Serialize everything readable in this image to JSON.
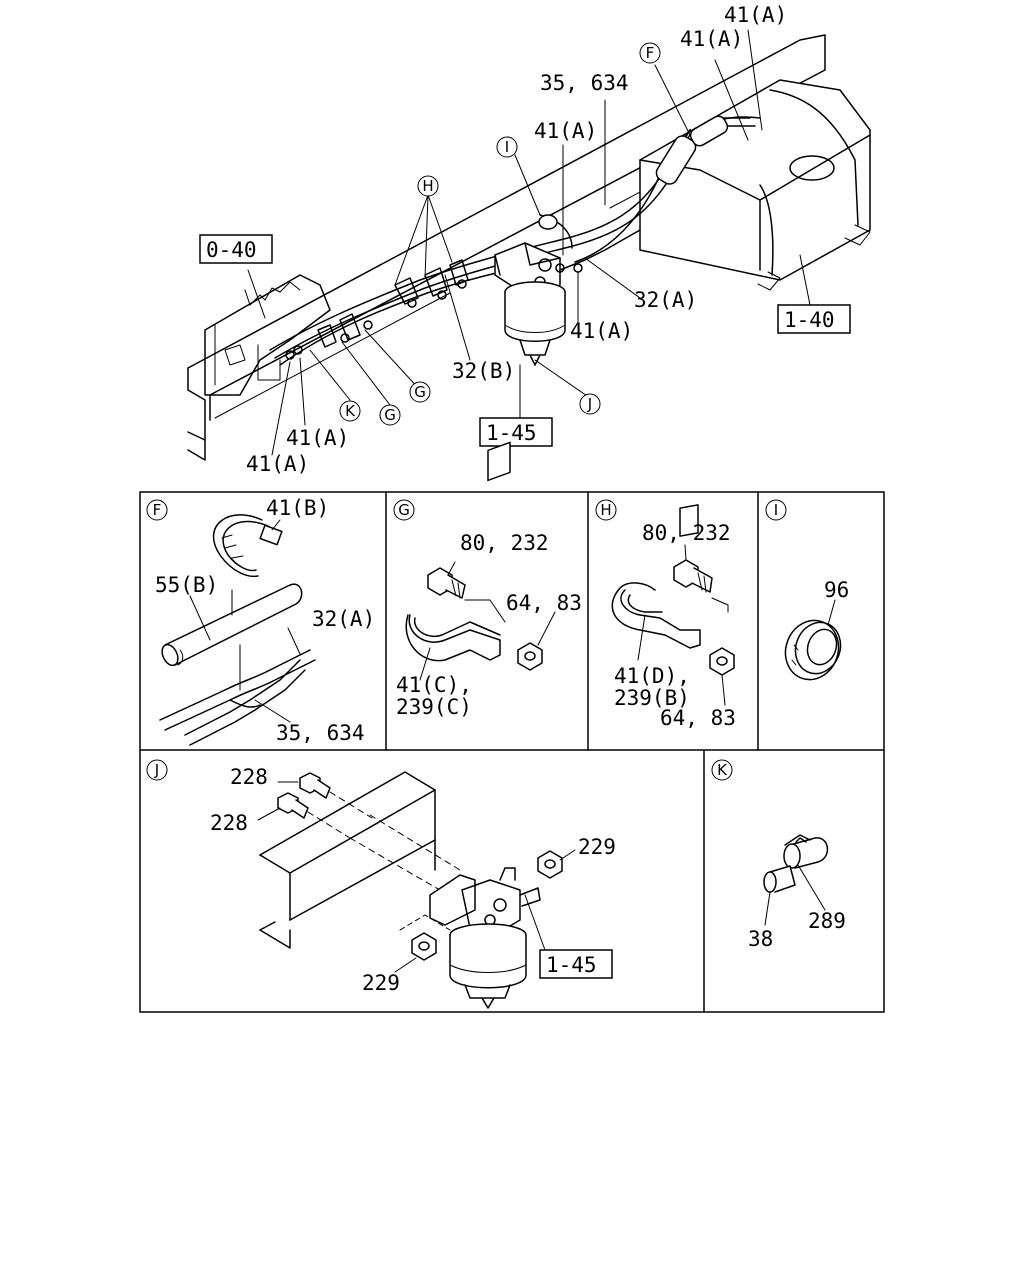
{
  "overview": {
    "ref_top_a": "41(A)",
    "ref_top_b": "41(A)",
    "circle_f": "F",
    "ref_35_634": "35, 634",
    "ref_41a_center": "41(A)",
    "circle_i": "I",
    "circle_h": "H",
    "box_0_40": "0-40",
    "ref_32a": "32(A)",
    "box_1_40": "1-40",
    "ref_41a_right": "41(A)",
    "ref_32b": "32(B)",
    "circle_g1": "G",
    "circle_g2": "G",
    "circle_k": "K",
    "circle_j": "J",
    "box_1_45": "1-45",
    "ref_41a_low1": "41(A)",
    "ref_41a_low2": "41(A)"
  },
  "detail_f": {
    "circle": "F",
    "ref_41b": "41(B)",
    "ref_55b": "55(B)",
    "ref_32a": "32(A)",
    "ref_35_634": "35, 634"
  },
  "detail_g": {
    "circle": "G",
    "ref_80_232": "80, 232",
    "ref_64_83": "64, 83",
    "ref_41c": "41(C),",
    "ref_239c": "239(C)"
  },
  "detail_h": {
    "circle": "H",
    "ref_80_232": "80, 232",
    "ref_41d": "41(D),",
    "ref_239b": "239(B)",
    "ref_64_83": "64, 83"
  },
  "detail_i": {
    "circle": "I",
    "ref_96": "96"
  },
  "detail_j": {
    "circle": "J",
    "ref_228_a": "228",
    "ref_228_b": "228",
    "ref_229_a": "229",
    "ref_229_b": "229",
    "box_1_45": "1-45"
  },
  "detail_k": {
    "circle": "K",
    "ref_289": "289",
    "ref_38": "38"
  }
}
